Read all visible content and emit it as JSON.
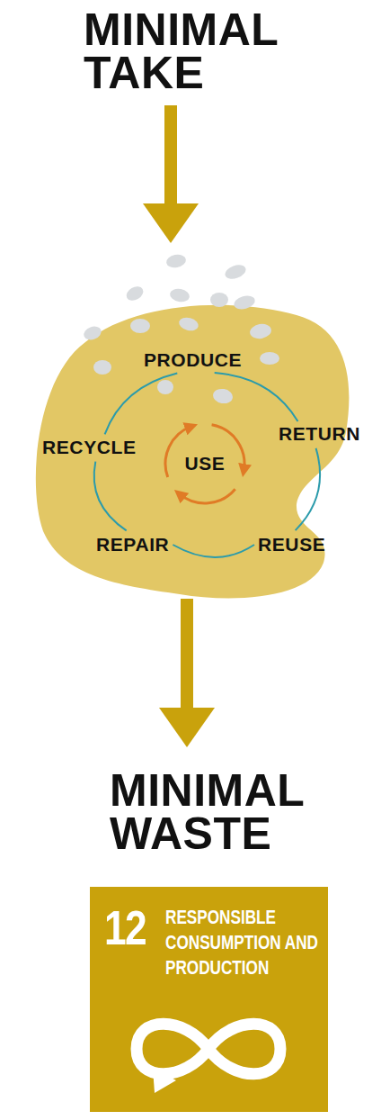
{
  "diagram": {
    "nodes": [
      {
        "text": [
          "MINIMAL TAKE"
        ]
      },
      {
        "text": [
          "USE"
        ]
      },
      {
        "text": [
          "PRODUCE"
        ],
        "in": 1
      },
      {
        "text": [
          "RETURN"
        ],
        "in": 1
      },
      {
        "text": [
          "REUSE"
        ],
        "in": 1
      },
      {
        "text": [
          "REPAIR"
        ],
        "in": 1
      },
      {
        "text": [
          "RECYCLE"
        ],
        "in": 1
      },
      {
        "text": [
          "MINIMAL WASTE"
        ]
      },
      {
        "text": [
          "12",
          "RESPONSIBLE CONSUMPTION AND PRODUCTION"
        ]
      }
    ],
    "edges": [
      {
        "from": 0,
        "to": 1,
        "arrow": "to"
      },
      {
        "from": 1,
        "to": 7,
        "arrow": "to"
      },
      {
        "from": 2,
        "to": 3,
        "arrow": "none"
      },
      {
        "from": 3,
        "to": 4,
        "arrow": "none"
      },
      {
        "from": 4,
        "to": 5,
        "arrow": "none"
      },
      {
        "from": 5,
        "to": 6,
        "arrow": "none"
      },
      {
        "from": 6,
        "to": 2,
        "arrow": "none"
      }
    ]
  }
}
